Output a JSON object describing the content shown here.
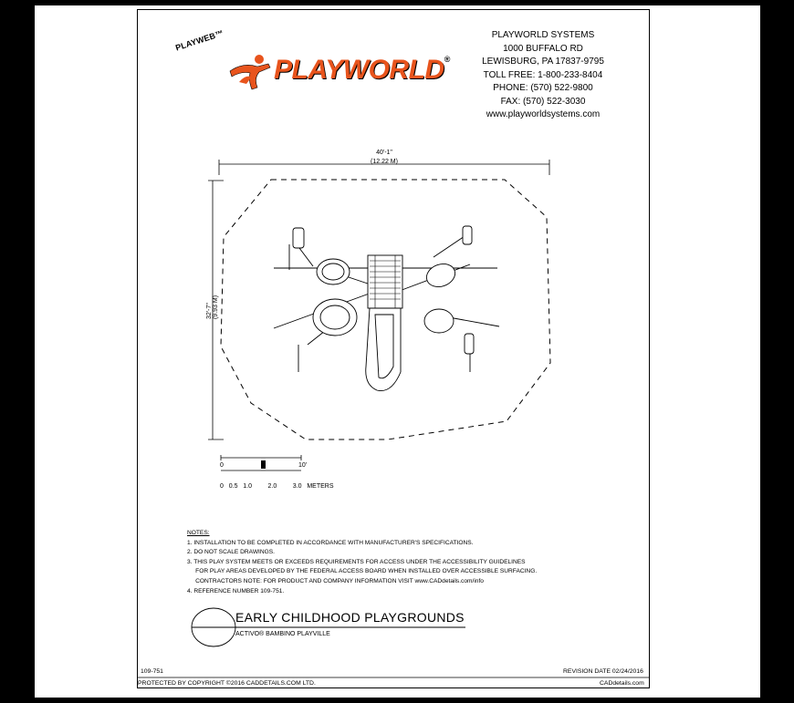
{
  "brand": {
    "playweb": "PLAYWEB™",
    "name": "PLAYWORLD",
    "registered": "®",
    "orange": "#e8541d"
  },
  "company": {
    "lines": [
      "PLAYWORLD SYSTEMS",
      "1000 BUFFALO RD",
      "LEWISBURG, PA 17837-9795",
      "TOLL FREE: 1-800-233-8404",
      "PHONE: (570) 522-9800",
      "FAX: (570) 522-3030",
      "www.playworldsystems.com"
    ]
  },
  "drawing": {
    "width_imperial": "40'-1\"",
    "width_metric": "(12.22 M)",
    "depth_imperial": "32'-7\"",
    "depth_metric": "(9.93 M)"
  },
  "scale": {
    "feet_start": "0",
    "feet_end": "10'",
    "meters": "0   0.5   1.0         2.0         3.0   METERS"
  },
  "notes": {
    "heading": "NOTES:",
    "items": [
      "1.  INSTALLATION TO BE COMPLETED IN ACCORDANCE WITH MANUFACTURER'S SPECIFICATIONS.",
      "2.  DO NOT SCALE DRAWINGS.",
      "3.  THIS PLAY SYSTEM MEETS OR EXCEEDS REQUIREMENTS FOR ACCESS UNDER THE ACCESSIBILITY GUIDELINES",
      "     FOR PLAY AREAS DEVELOPED BY THE FEDERAL ACCESS BOARD WHEN INSTALLED OVER ACCESSIBLE SURFACING.",
      "     CONTRACTORS NOTE: FOR PRODUCT AND COMPANY INFORMATION VISIT www.CADdetails.com/info",
      "4.  REFERENCE NUMBER 109-751."
    ]
  },
  "title_block": {
    "title": "EARLY CHILDHOOD PLAYGROUNDS",
    "subtitle": "ACTIVO® BAMBINO PLAYVILLE",
    "number": "109-751",
    "revision": "REVISION DATE 02/24/2016",
    "copyright": "PROTECTED BY COPYRIGHT ©2016 CADDETAILS.COM LTD.",
    "site": "CADdetails.com"
  }
}
